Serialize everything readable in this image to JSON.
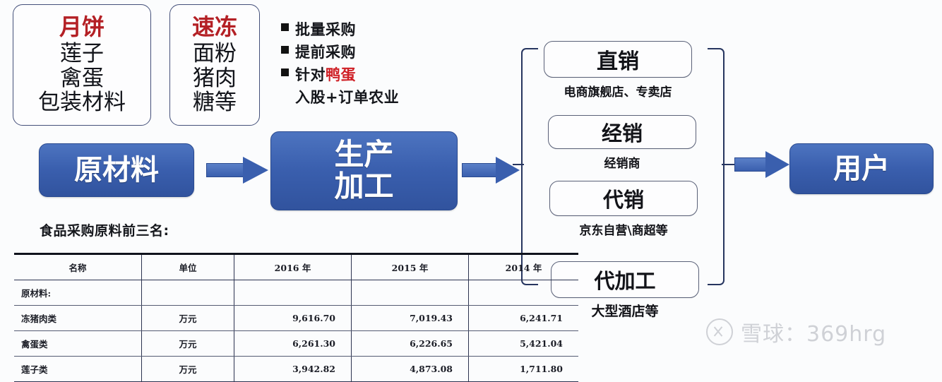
{
  "ingredient_cards": [
    {
      "title": "月饼",
      "lines": [
        "莲子",
        "禽蛋",
        "包装材料"
      ]
    },
    {
      "title": "速冻",
      "lines": [
        "面粉",
        "猪肉",
        "糖等"
      ]
    }
  ],
  "bullets": {
    "items": [
      "批量采购",
      "提前采购"
    ],
    "third_prefix": "针对",
    "third_highlight": "鸭蛋",
    "subline": "入股+订单农业"
  },
  "process": {
    "raw_material": "原材料",
    "production_line1": "生产",
    "production_line2": "加工",
    "user": "用户"
  },
  "channels": [
    {
      "name": "直销",
      "caption": "电商旗舰店、专卖店"
    },
    {
      "name": "经销",
      "caption": "经销商"
    },
    {
      "name": "代销",
      "caption": "京东自营\\商超等"
    },
    {
      "name": "代加工",
      "caption": "大型酒店等"
    }
  ],
  "table": {
    "title": "食品采购原料前三名:",
    "headers": [
      "名称",
      "单位",
      "2016 年",
      "2015 年",
      "2014 年"
    ],
    "rows": [
      {
        "name": "原材料:",
        "unit": "",
        "y2016": "",
        "y2015": "",
        "y2014": ""
      },
      {
        "name": "冻猪肉类",
        "unit": "万元",
        "y2016": "9,616.70",
        "y2015": "7,019.43",
        "y2014": "6,241.71"
      },
      {
        "name": "禽蛋类",
        "unit": "万元",
        "y2016": "6,261.30",
        "y2015": "6,226.65",
        "y2014": "5,421.04"
      },
      {
        "name": "莲子类",
        "unit": "万元",
        "y2016": "3,942.82",
        "y2015": "4,873.08",
        "y2014": "1,711.80"
      }
    ]
  },
  "watermark": {
    "text": "雪球：369hrg"
  },
  "colors": {
    "process_blue": "#3a5fae",
    "accent_red": "#b42025",
    "bracket_navy": "#26355f",
    "background": "#fbfcfd"
  }
}
